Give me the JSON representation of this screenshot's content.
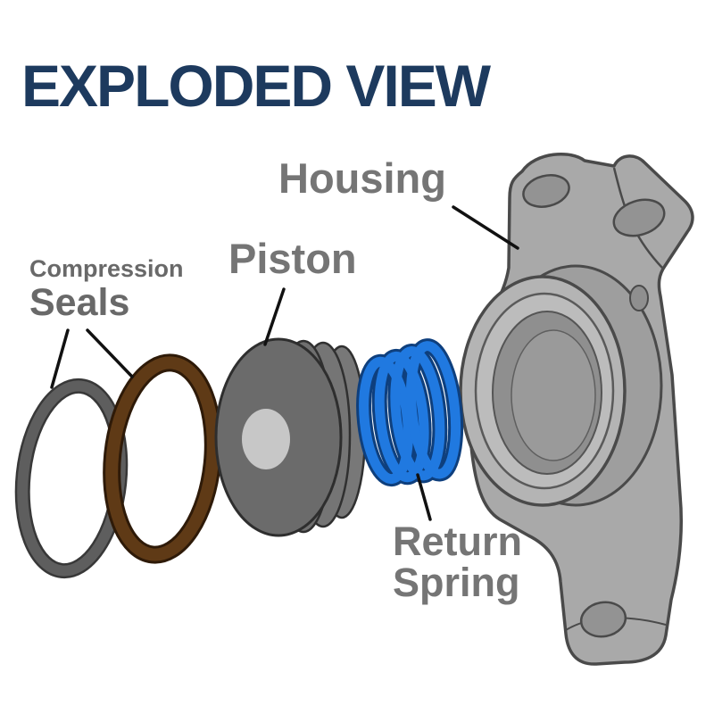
{
  "title": "EXPLODED VIEW",
  "labels": {
    "housing": "Housing",
    "piston": "Piston",
    "compression_seals_line1": "Compression",
    "compression_seals_line2": "Seals",
    "return_spring_line1": "Return",
    "return_spring_line2": "Spring"
  },
  "colors": {
    "title_text": "#1d3a5e",
    "label_text": "#757575",
    "seal_gray": "#5e5e5e",
    "seal_gray_outline": "#383838",
    "seal_brown": "#5f3a16",
    "seal_brown_outline": "#2e1a08",
    "piston_body": "#6b6b6b",
    "piston_groove": "#757575",
    "piston_highlight": "#cfcfcf",
    "spring_blue": "#2079e0",
    "spring_blue_outline": "#0e3f7d",
    "housing_gray": "#a9a9a9",
    "housing_mouth": "#b4b4b4",
    "housing_bore": "#8f8f8f",
    "housing_outline": "#4a4a4a",
    "leader_line": "#111111"
  }
}
